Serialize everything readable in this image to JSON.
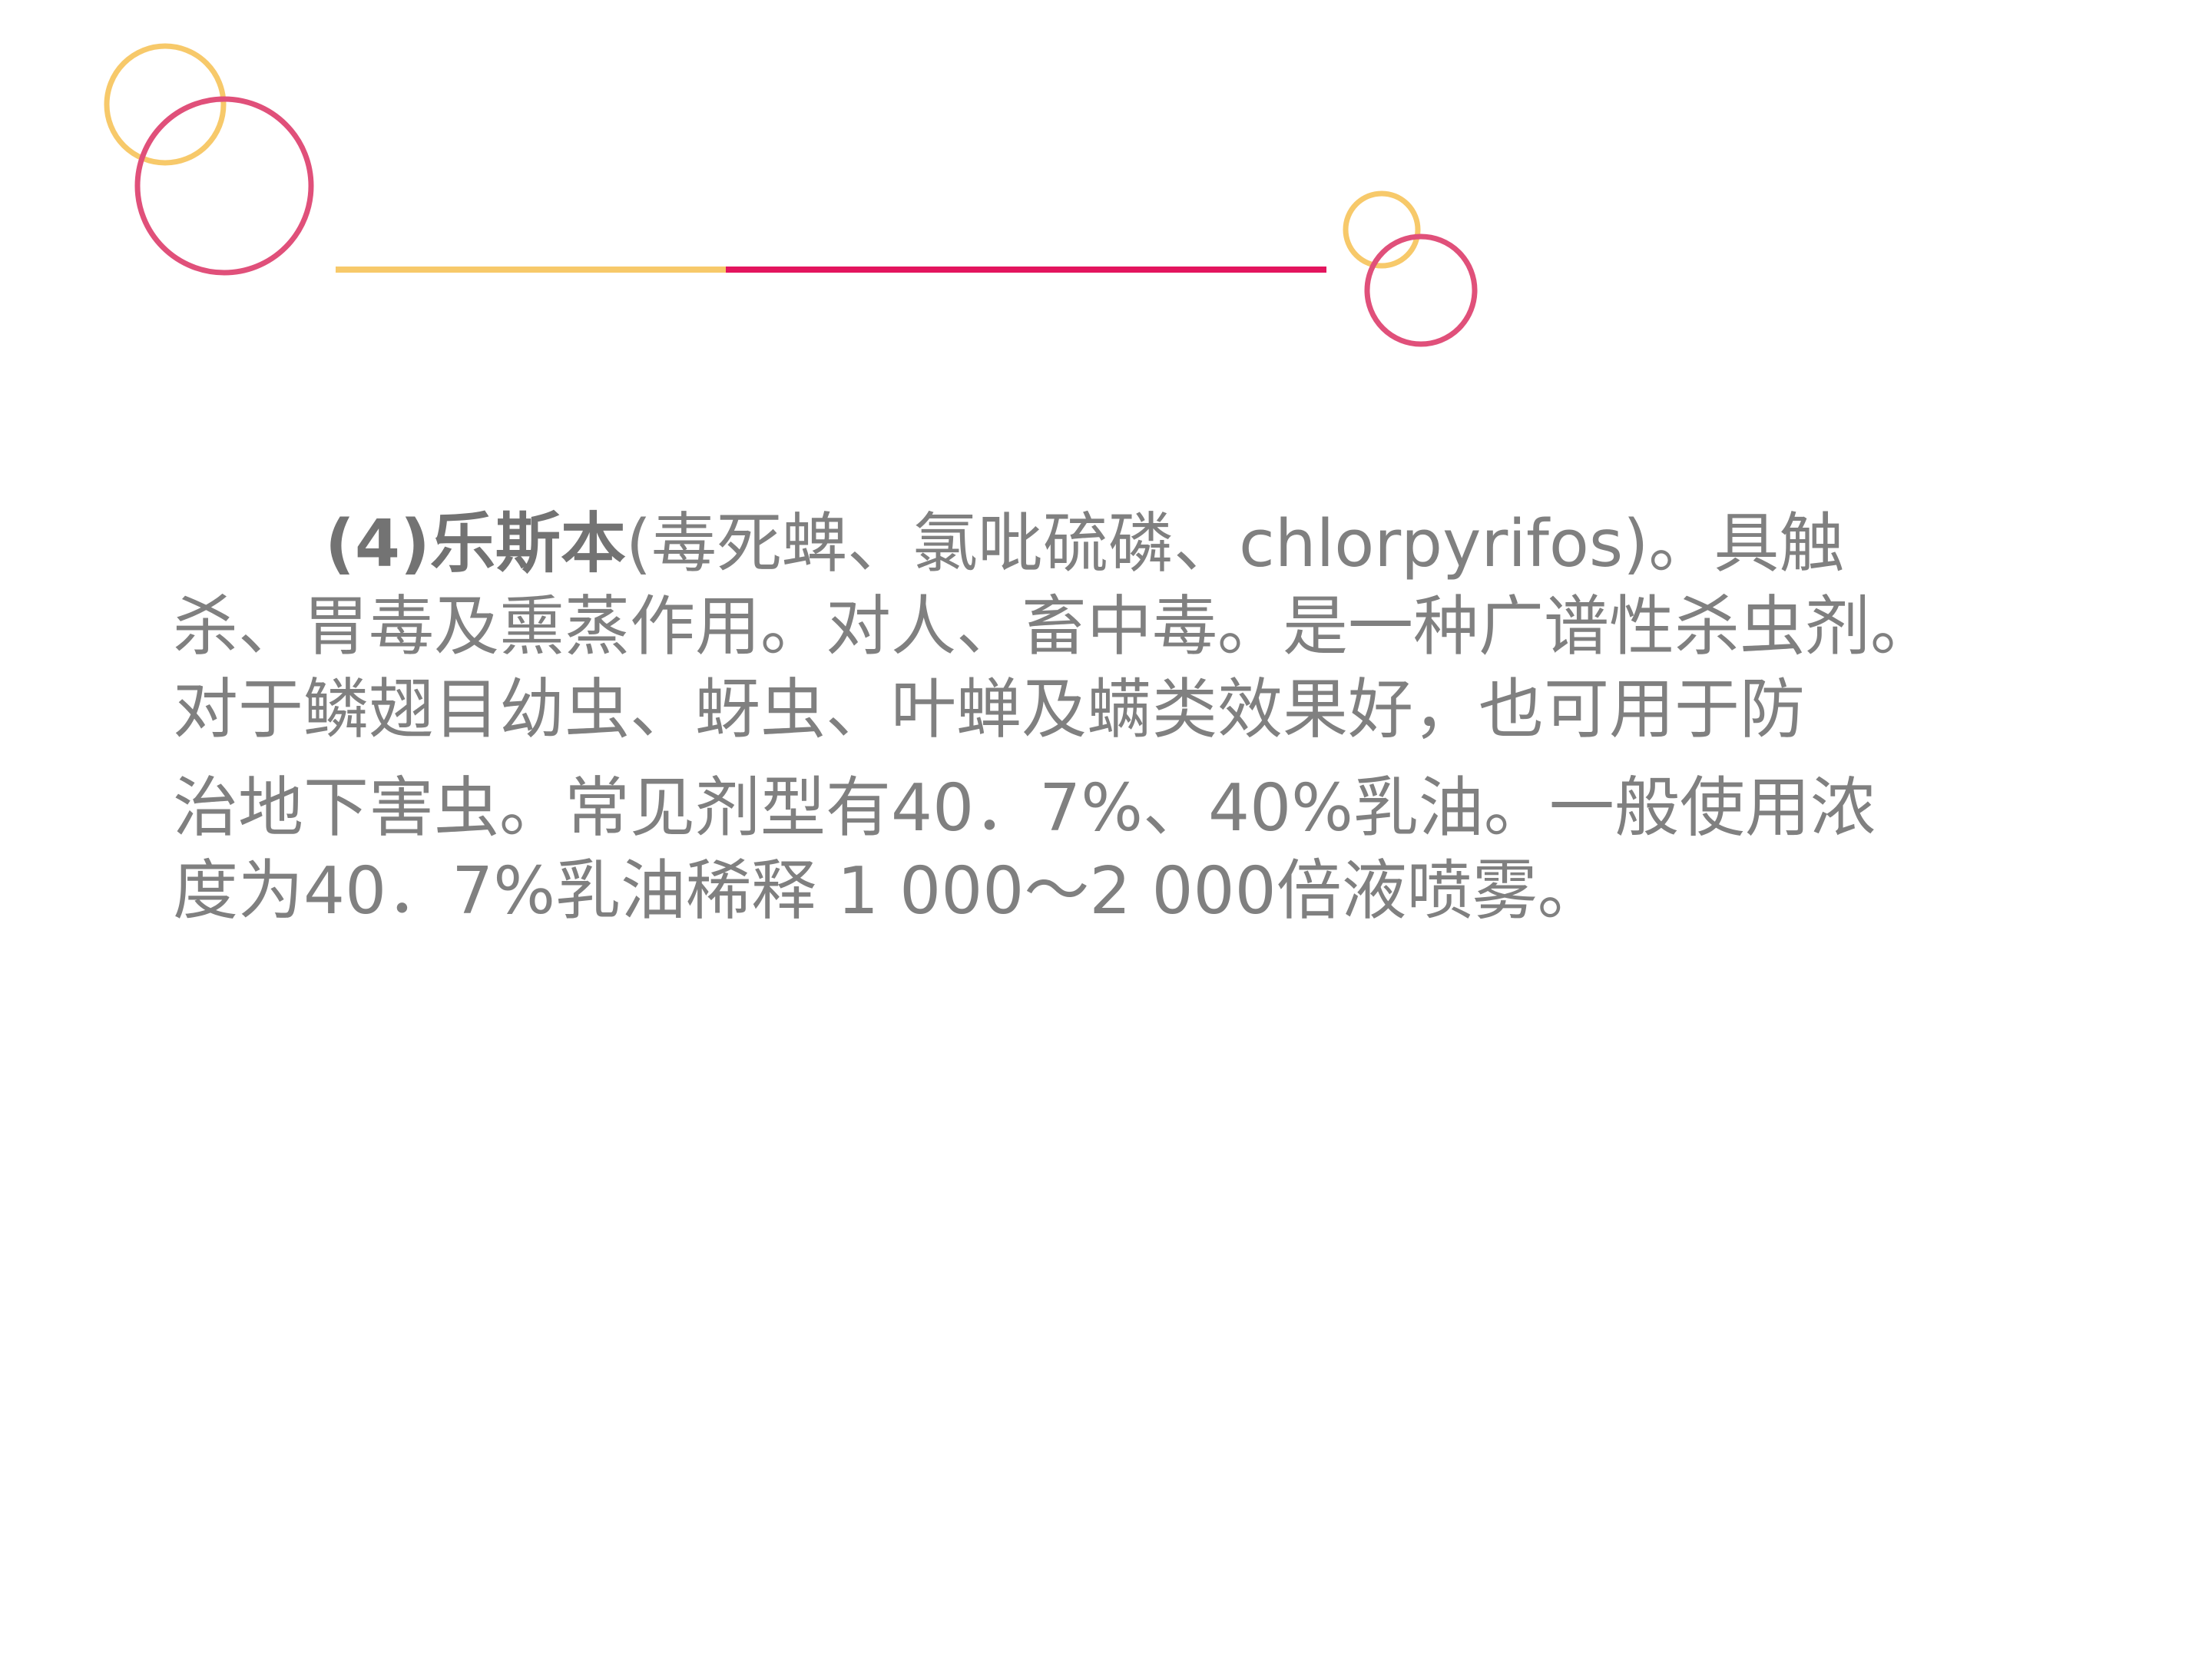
{
  "colors": {
    "yellow": "#F7C96A",
    "pink": "#E0507A",
    "magenta": "#E3155E",
    "text": "#808080"
  },
  "paragraph": {
    "heading": "(4)乐斯本",
    "lines": [
      "(毒死蜱、氯吡硫磷、chlorpyrifos)。具触",
      "杀、胃毒及熏蒸作用。对人、畜中毒。是一种广谱性杀虫剂。",
      "对于鳞翅目幼虫、蚜虫、叶蝉及螨类效果好，也可用于防",
      "治地下害虫。常见剂型有40．7%、40%乳油。一般使用浓",
      "度为40．7%乳油稀释 1 000～2 000倍液喷雾。"
    ]
  }
}
